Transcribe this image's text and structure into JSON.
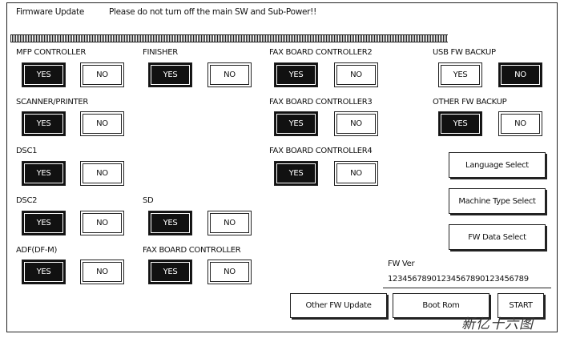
{
  "header": {
    "title": "Firmware Update",
    "message": "Please do not turn off the main SW and Sub-Power!!"
  },
  "yes_label": "YES",
  "no_label": "NO",
  "options": {
    "mfp_controller": {
      "label": "MFP CONTROLLER",
      "selected": "YES"
    },
    "finisher": {
      "label": "FINISHER",
      "selected": "YES"
    },
    "fax_board_controller2": {
      "label": "FAX BOARD CONTROLLER2",
      "selected": "YES"
    },
    "usb_fw_backup": {
      "label": "USB FW BACKUP",
      "selected": "NO"
    },
    "scanner_printer": {
      "label": "SCANNER/PRINTER",
      "selected": "YES"
    },
    "fax_board_controller3": {
      "label": "FAX BOARD CONTROLLER3",
      "selected": "YES"
    },
    "other_fw_backup": {
      "label": "OTHER FW BACKUP",
      "selected": "YES"
    },
    "dsc1": {
      "label": "DSC1",
      "selected": "YES"
    },
    "fax_board_controller4": {
      "label": "FAX BOARD CONTROLLER4",
      "selected": "YES"
    },
    "dsc2": {
      "label": "DSC2",
      "selected": "YES"
    },
    "sd": {
      "label": "SD",
      "selected": "YES"
    },
    "adf": {
      "label": "ADF(DF-M)",
      "selected": "YES"
    },
    "fax_board_controller": {
      "label": "FAX BOARD CONTROLLER",
      "selected": "YES"
    }
  },
  "side_buttons": {
    "language_select": "Language Select",
    "machine_type_select": "Machine Type Select",
    "fw_data_select": "FW Data Select"
  },
  "fw_version": {
    "label": "FW Ver",
    "value": "12345678901234567890123456789"
  },
  "bottom_buttons": {
    "other_fw_update": "Other FW Update",
    "boot_rom": "Boot Rom",
    "start": "START"
  },
  "watermark": "新亿十六图"
}
